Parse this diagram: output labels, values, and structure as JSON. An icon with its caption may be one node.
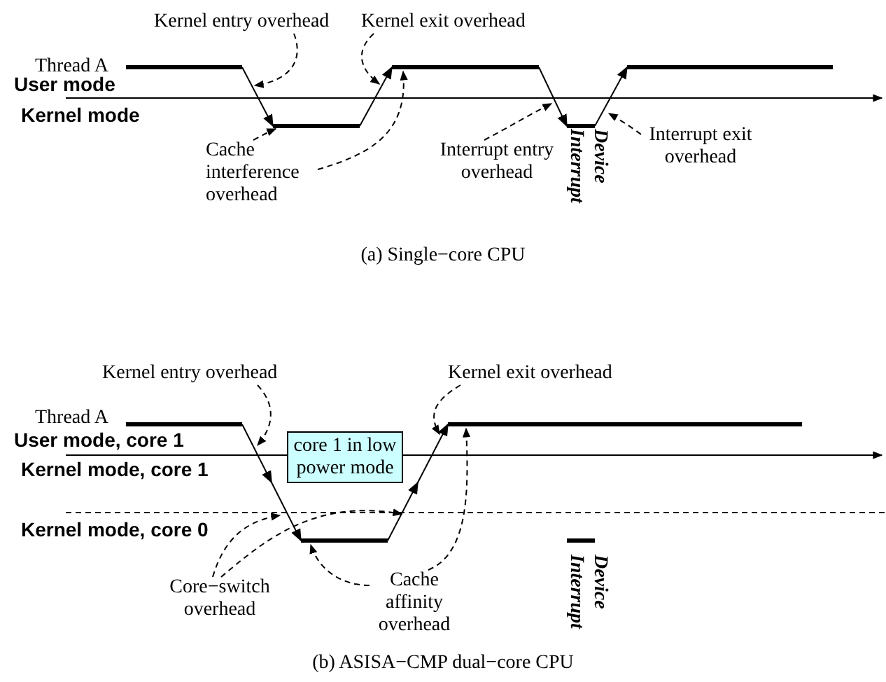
{
  "diagram": {
    "nodes": [
      {
        "text": [
          "Kernel entry overhead"
        ]
      },
      {
        "text": [
          "Kernel exit overhead"
        ]
      },
      {
        "text": [
          "Cache interference overhead"
        ]
      },
      {
        "text": [
          "Interrupt entry overhead"
        ]
      },
      {
        "text": [
          "Interrupt exit overhead"
        ]
      },
      {
        "text": [
          "Kernel entry overhead"
        ]
      },
      {
        "text": [
          "Kernel exit overhead"
        ]
      },
      {
        "text": [
          "core 1 in low power mode"
        ]
      },
      {
        "text": [
          "Core−switch overhead"
        ]
      },
      {
        "text": [
          "Cache affinity overhead"
        ]
      },
      {
        "text": [],
        "shape": "line",
        "beside": [
          "Thread A"
        ]
      },
      {
        "text": [],
        "shape": "line"
      },
      {
        "text": [],
        "shape": "line"
      },
      {
        "text": [],
        "shape": "line",
        "beside": [
          "Device Interrupt"
        ]
      },
      {
        "text": [],
        "shape": "line"
      },
      {
        "text": [],
        "shape": "line",
        "beside": [
          "Thread A"
        ]
      },
      {
        "text": [],
        "shape": "line"
      },
      {
        "text": [],
        "shape": "line"
      },
      {
        "text": [],
        "shape": "line",
        "beside": [
          "Device Interrupt"
        ]
      }
    ],
    "edges": [
      {
        "from": 0,
        "to": 10,
        "arrow": "to",
        "style": "dashed"
      },
      {
        "from": 1,
        "to": 12,
        "arrow": "to",
        "style": "dashed"
      },
      {
        "from": 2,
        "to": 11,
        "arrow": "to",
        "style": "dashed"
      },
      {
        "from": 2,
        "to": 12,
        "arrow": "to",
        "style": "dashed"
      },
      {
        "from": 3,
        "to": 13,
        "arrow": "to",
        "style": "dashed"
      },
      {
        "from": 4,
        "to": 13,
        "arrow": "to",
        "style": "dashed"
      },
      {
        "from": 5,
        "to": 15,
        "arrow": "to",
        "style": "dashed"
      },
      {
        "from": 6,
        "to": 17,
        "arrow": "to",
        "style": "dashed"
      },
      {
        "from": 8,
        "to": 16,
        "arrow": "to",
        "style": "dashed"
      },
      {
        "from": 8,
        "to": 16,
        "arrow": "to",
        "style": "dashed"
      },
      {
        "from": 9,
        "to": 16,
        "arrow": "to",
        "style": "dashed"
      },
      {
        "from": 9,
        "to": 17,
        "arrow": "to",
        "style": "dashed"
      },
      {
        "from": 10,
        "to": 11,
        "arrow": "to"
      },
      {
        "from": 11,
        "to": 12,
        "arrow": "to"
      },
      {
        "from": 12,
        "to": 13,
        "arrow": "to"
      },
      {
        "from": 13,
        "to": 14,
        "arrow": "to"
      },
      {
        "from": 15,
        "to": 16,
        "arrow": "to"
      },
      {
        "from": 16,
        "to": 17,
        "arrow": "to"
      }
    ],
    "labels": [
      "User mode",
      "Kernel mode",
      "(a) Single−core CPU",
      "User mode, core 1",
      "Kernel mode, core 1",
      "Kernel mode, core 0",
      "(b) ASISA−CMP dual−core CPU"
    ]
  }
}
